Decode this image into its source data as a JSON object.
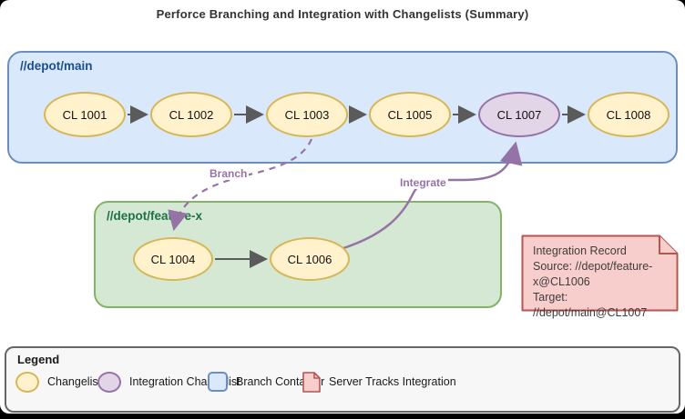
{
  "title": "Perforce Branching and Integration with Changelists (Summary)",
  "diagram": {
    "branches": {
      "main": {
        "label": "//depot/main",
        "nodes": [
          {
            "label": "CL 1001",
            "type": "changelist"
          },
          {
            "label": "CL 1002",
            "type": "changelist"
          },
          {
            "label": "CL 1003",
            "type": "changelist"
          },
          {
            "label": "CL 1005",
            "type": "changelist"
          },
          {
            "label": "CL 1007",
            "type": "integration-changelist"
          },
          {
            "label": "CL 1008",
            "type": "changelist"
          }
        ]
      },
      "feature": {
        "label": "//depot/feature-x",
        "nodes": [
          {
            "label": "CL 1004",
            "type": "changelist"
          },
          {
            "label": "CL 1006",
            "type": "changelist"
          }
        ]
      }
    },
    "edge_labels": {
      "branch": "Branch",
      "integrate": "Integrate"
    },
    "note": {
      "lines": [
        "Integration Record",
        "Source: //depot/feature-",
        "x@CL1006",
        "Target: //depot/main@CL1007"
      ]
    }
  },
  "legend": {
    "title": "Legend",
    "items": [
      {
        "label": "Changelist",
        "swatch": "changelist-ellipse"
      },
      {
        "label": "Integration Changelist",
        "swatch": "integration-ellipse"
      },
      {
        "label": "Branch Container",
        "swatch": "branch-container-rect"
      },
      {
        "label": "Server Tracks Integration",
        "swatch": "note-shape"
      }
    ]
  },
  "colors": {
    "changelist_fill": "#FFF2CC",
    "changelist_stroke": "#D6B656",
    "integration_fill": "#E1D5E7",
    "integration_stroke": "#9673A6",
    "main_container_fill": "#DAE8FC",
    "main_container_stroke": "#6C8EBF",
    "feature_container_fill": "#D5E8D4",
    "feature_container_stroke": "#82B366",
    "note_fill": "#F8CECC",
    "note_stroke": "#B85450",
    "arrow_gray": "#5B5B5B",
    "arrow_purple": "#9673A6"
  }
}
